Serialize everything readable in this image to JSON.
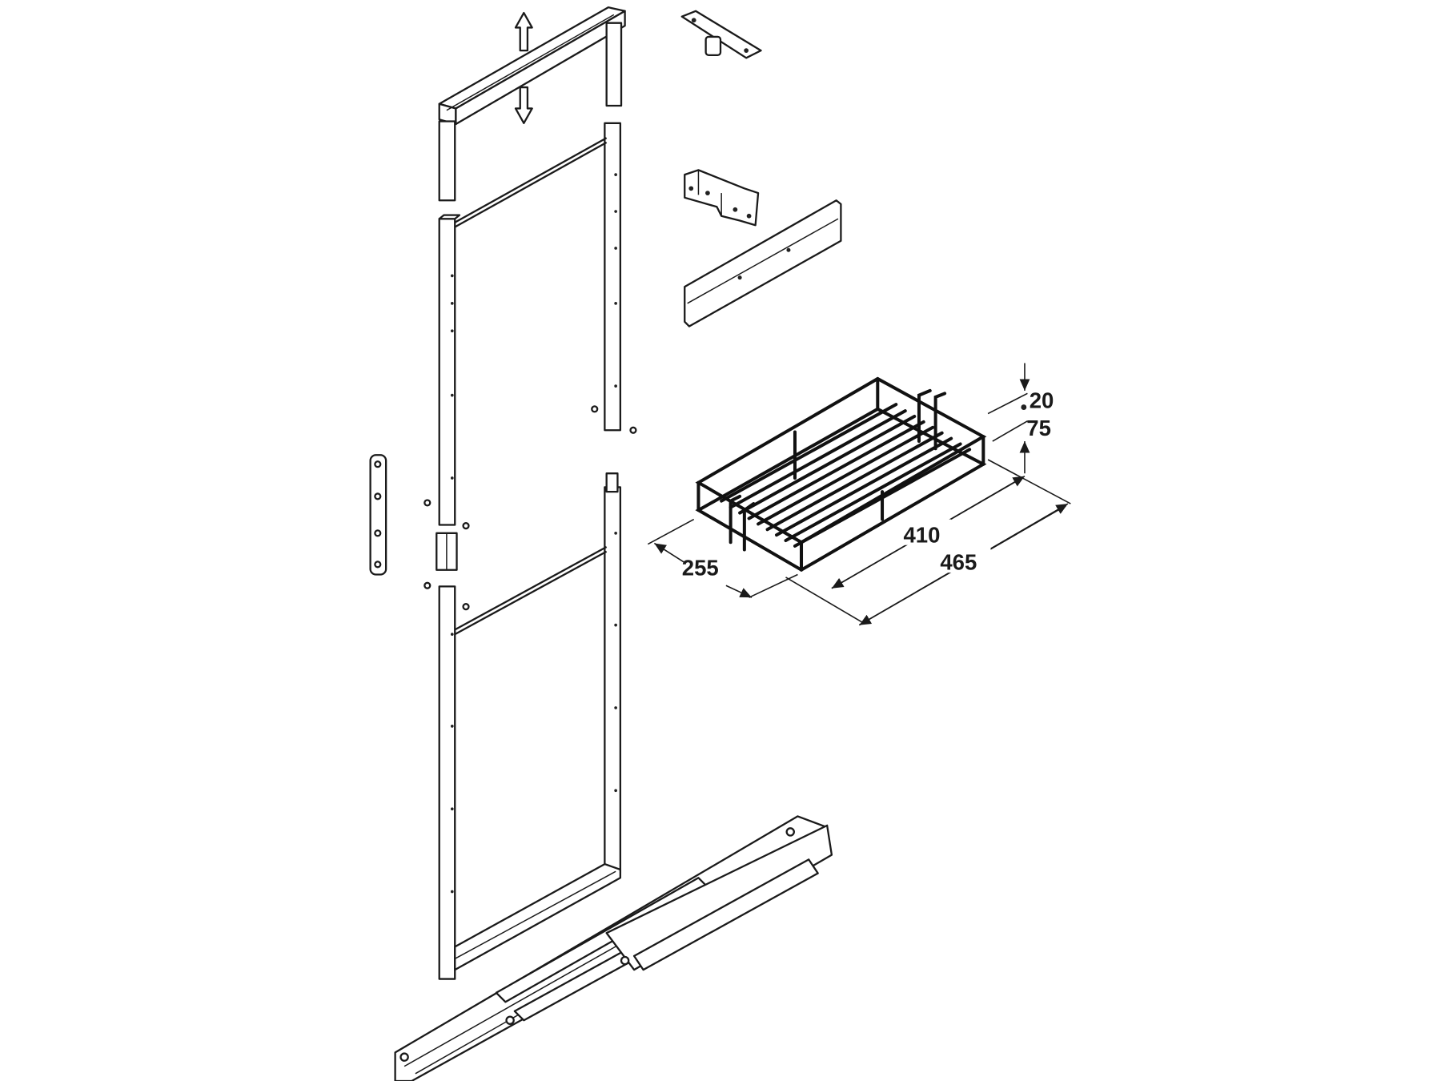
{
  "diagram": {
    "dimensions": {
      "height_top": "20",
      "height_basket": "75",
      "inner_length": "410",
      "outer_length": "465",
      "width": "255"
    },
    "colors": {
      "line": "#1a1a1a",
      "background": "#ffffff"
    }
  }
}
